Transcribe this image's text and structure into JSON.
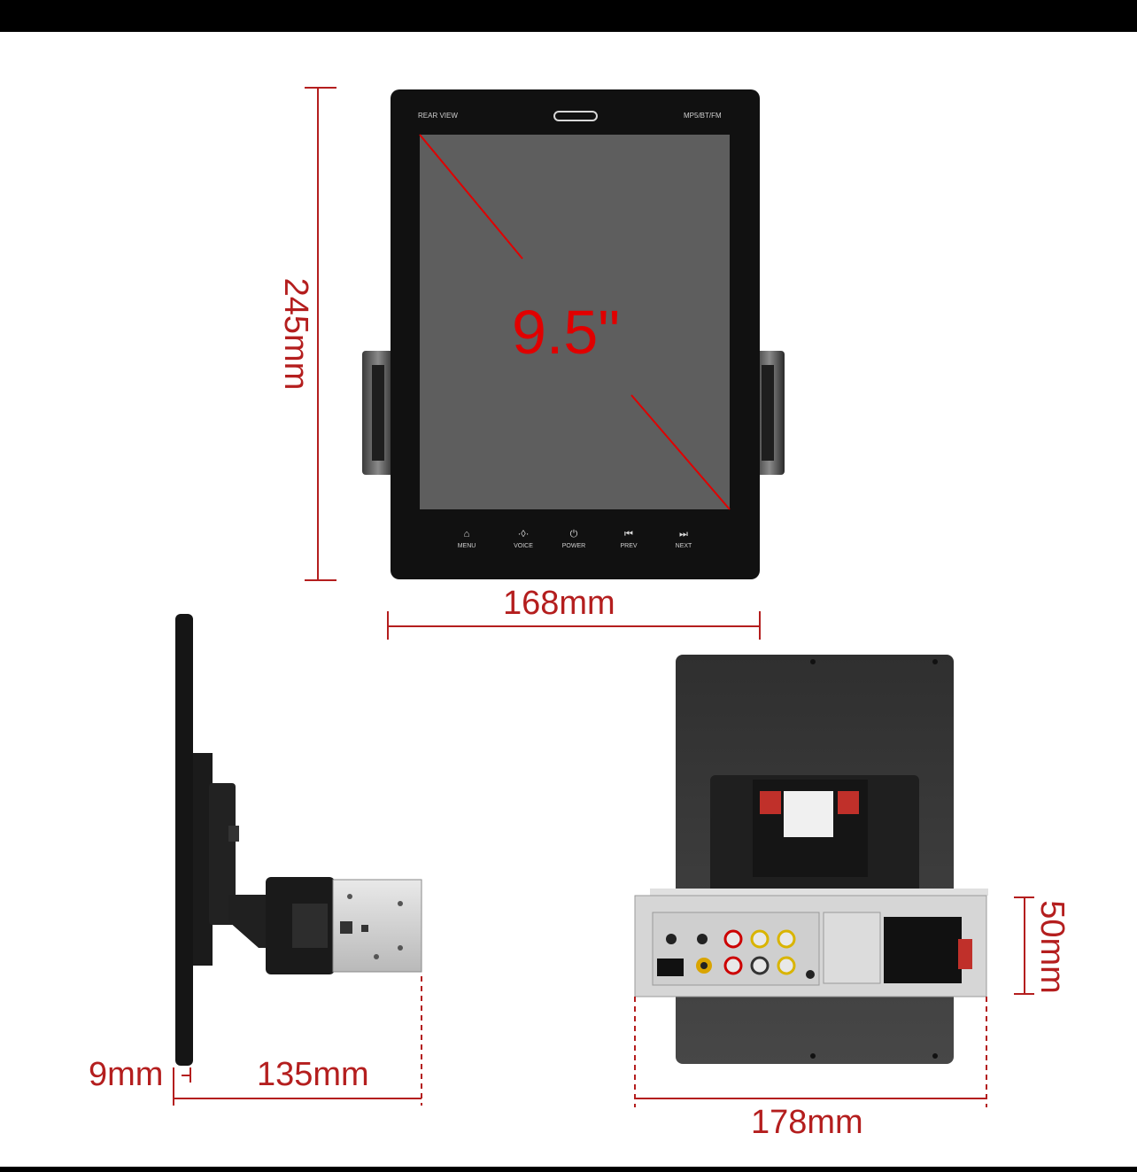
{
  "front_panel": {
    "screen_size": "9.5\"",
    "top_left_label": "REAR VIEW",
    "top_right_label": "MP5/BT/FM",
    "buttons": [
      {
        "label": "MENU",
        "icon": "home-icon",
        "glyph": "⌂"
      },
      {
        "label": "VOICE",
        "icon": "microphone-icon",
        "glyph": "·◊·"
      },
      {
        "label": "POWER",
        "icon": "power-icon",
        "glyph": "⏻"
      },
      {
        "label": "PREV",
        "icon": "previous-icon",
        "glyph": "⏮"
      },
      {
        "label": "NEXT",
        "icon": "next-icon",
        "glyph": "⏭"
      }
    ]
  },
  "dimensions": {
    "height": "245mm",
    "width": "168mm",
    "panel_depth": "9mm",
    "chassis_depth": "135mm",
    "chassis_width": "178mm",
    "chassis_height": "50mm"
  },
  "colors": {
    "dimension": "#b41e1e",
    "diagonal": "#e00000",
    "bezel": "#111111",
    "screen": "#5e5e5e"
  }
}
